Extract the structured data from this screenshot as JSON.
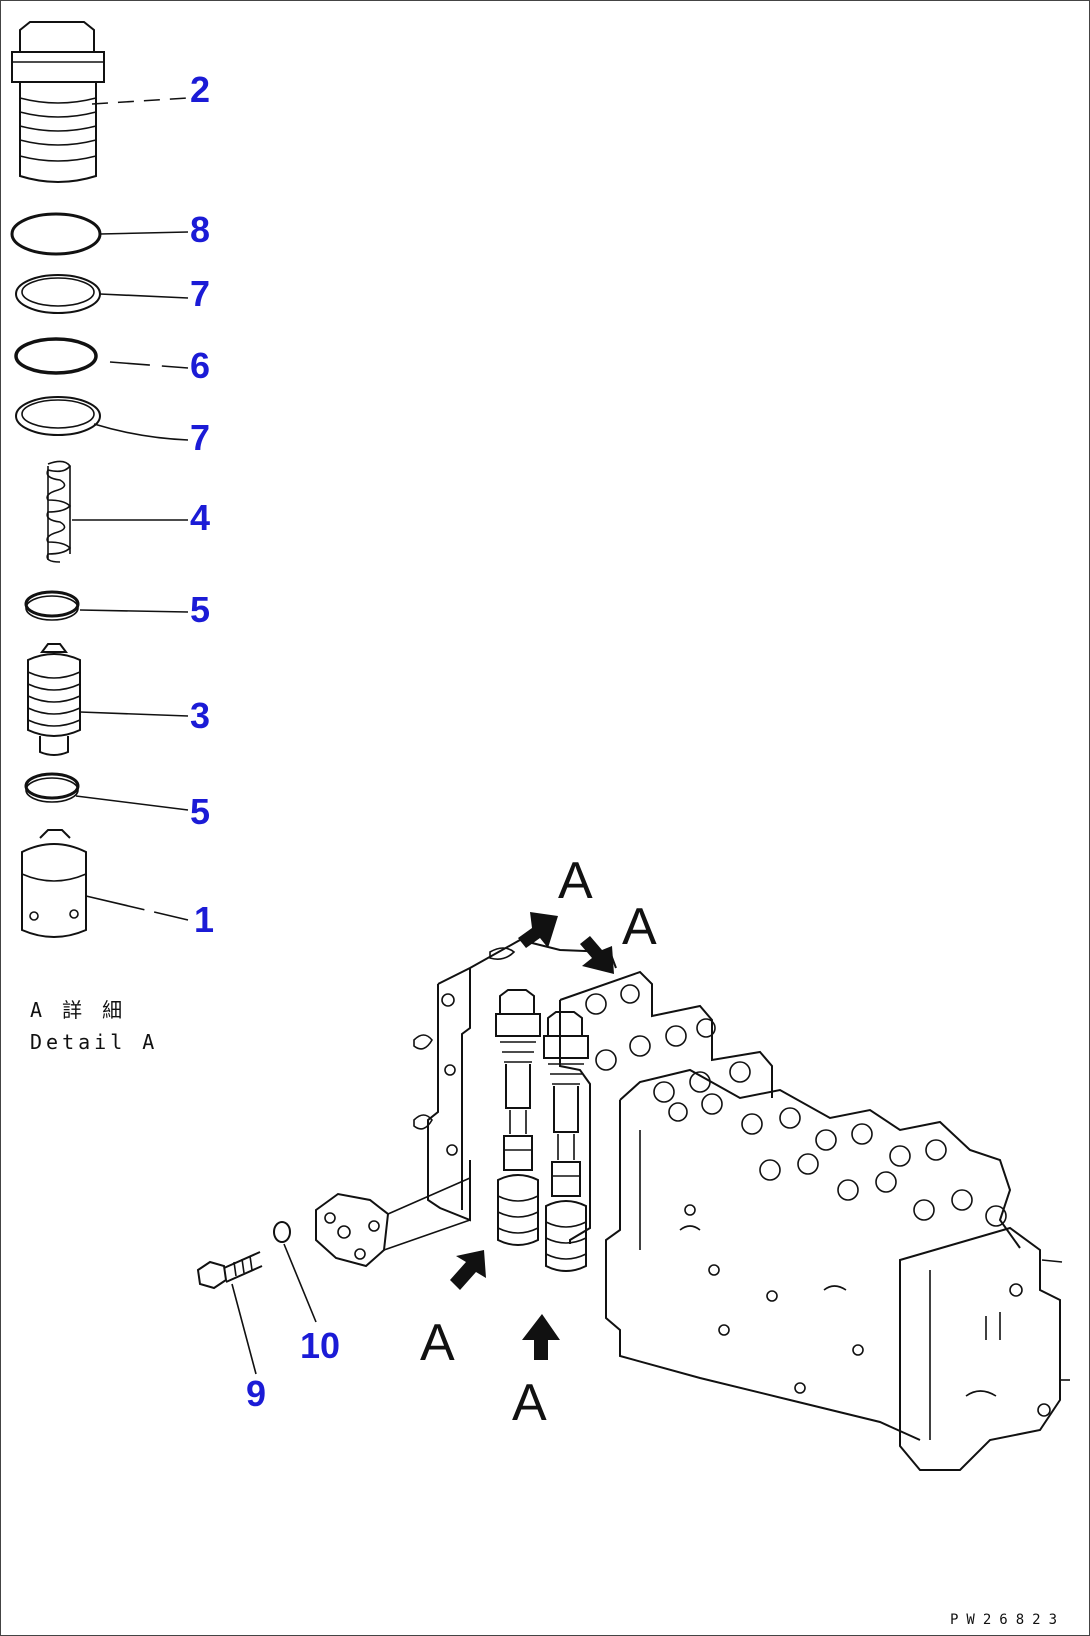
{
  "callouts": {
    "c1": "1",
    "c2": "2",
    "c3": "3",
    "c4": "4",
    "c5a": "5",
    "c5b": "5",
    "c6": "6",
    "c7a": "7",
    "c7b": "7",
    "c8": "8",
    "c9": "9",
    "c10": "10"
  },
  "view_letters": {
    "a1": "A",
    "a2": "A",
    "a3": "A",
    "a4": "A"
  },
  "detail": {
    "japanese": "A 詳 細",
    "english": "Detail A"
  },
  "drawing_code": "PW26823",
  "colors": {
    "callout": "#1b1bd6",
    "line": "#111111"
  }
}
